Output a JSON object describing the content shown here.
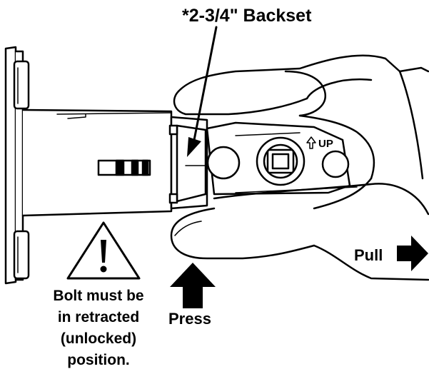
{
  "labels": {
    "backset": "*2-3/4\" Backset",
    "press": "Press",
    "pull": "Pull",
    "warning_lines": [
      "Bolt must be",
      "in retracted",
      "(unlocked)",
      "position."
    ]
  },
  "icons": {
    "warning": "warning-triangle-icon",
    "press_arrow": "arrow-up-icon",
    "pull_arrow": "arrow-right-icon",
    "latch_arrow": "arrow-up-small-icon"
  },
  "colors": {
    "ink": "#000000",
    "paper": "#ffffff"
  },
  "stamp_text": "UP"
}
